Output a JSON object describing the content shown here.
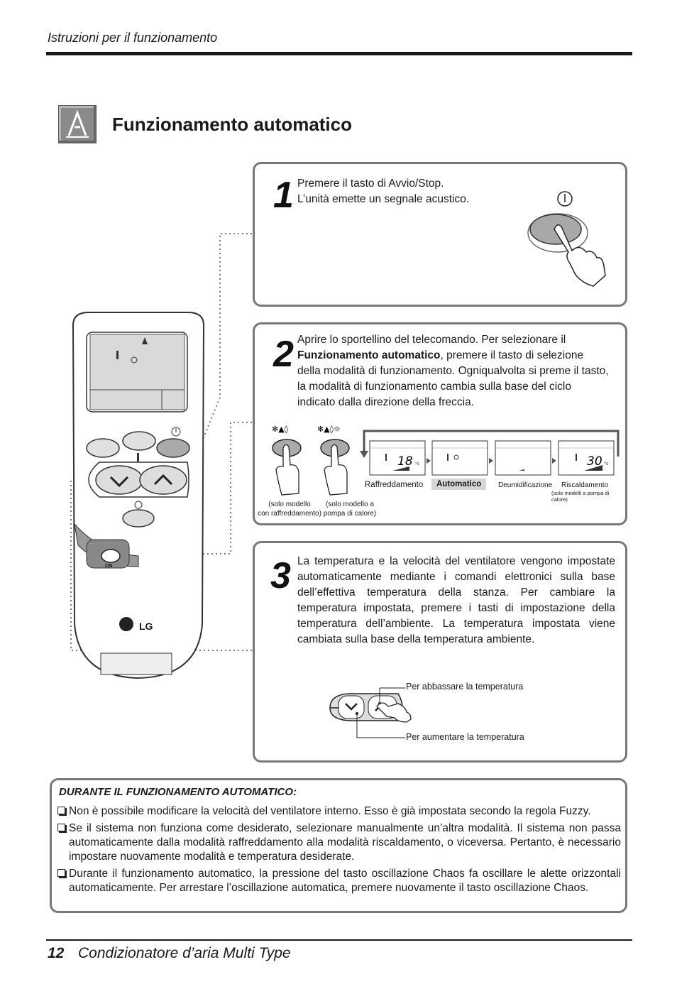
{
  "header": {
    "section": "Istruzioni per il funzionamento"
  },
  "title": "Funzionamento automatico",
  "steps": [
    {
      "num": "1",
      "text_line1": "Premere il tasto di Avvio/Stop.",
      "text_line2": "L’unità emette un segnale acustico."
    },
    {
      "num": "2",
      "text_pre": "Aprire lo sportellino del telecomando. Per selezionare il",
      "text_bold": "Funzionamento automatico",
      "text_post": ", premere il tasto di selezione della modalità di funzionamento. Ogniqualvolta si preme il tasto, la modalità di funzionamento cambia sulla base del ciclo indicato dalla direzione della freccia."
    },
    {
      "num": "3",
      "text": "La temperatura e la velocità del ventilatore vengono impostate automaticamente mediante i comandi elettronici sulla base dell’effettiva temperatura della stanza. Per cambiare la temperatura impostata, premere i tasti di impostazione della temperatura dell’ambiente. La temperatura impostata viene cambiata sulla base della temperatura ambiente."
    }
  ],
  "step2_figure": {
    "button1_caption_l1": "(solo modello",
    "button1_caption_l2": "con raffreddamento)",
    "button2_caption_l1": "(solo modello a",
    "button2_caption_l2": "pompa di calore)",
    "modes": [
      "Raffreddamento",
      "Automatico",
      "Deumidificazione",
      "Riscaldamento"
    ],
    "heat_note": "(solo modelli a pompa di calore)",
    "display_cool_temp": "18",
    "display_heat_temp": "30",
    "unit": "°c"
  },
  "step3_figure": {
    "label_down": "Per abbassare la temperatura",
    "label_up": "Per aumentare la temperatura"
  },
  "remote": {
    "brand": "LG",
    "on_label": "ON"
  },
  "note": {
    "title": "DURANTE IL FUNZIONAMENTO AUTOMATICO:",
    "items": [
      "Non è possibile modificare la velocità del ventilatore interno. Esso è già impostata secondo la regola Fuzzy.",
      "Se il sistema non funziona come desiderato, selezionare manualmente un’altra modalità. Il sistema non passa automaticamente dalla modalità raffreddamento alla modalità riscaldamento, o viceversa. Pertanto, è necessario impostare nuovamente modalità e temperatura desiderate.",
      "Durante il funzionamento automatico, la pressione del tasto oscillazione Chaos fa oscillare le alette orizzontali automaticamente. Per arrestare l’oscillazione automatica, premere nuovamente il tasto oscillazione Chaos."
    ]
  },
  "footer": {
    "page": "12",
    "title": "Condizionatore d’aria Multi Type"
  }
}
